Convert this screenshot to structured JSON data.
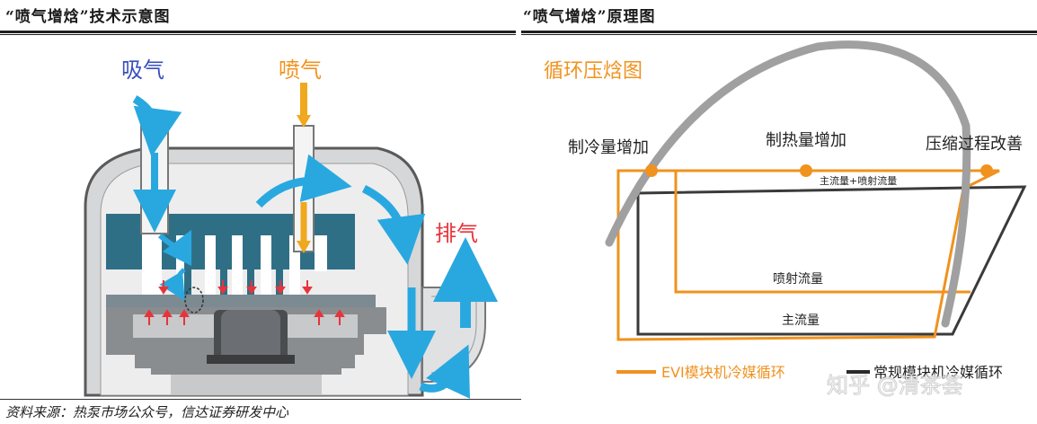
{
  "left_panel": {
    "title": "“喷气增焓”技术示意图",
    "label_suction": "吸气",
    "label_injection": "喷气",
    "label_discharge": "排气"
  },
  "right_panel": {
    "title": "“喷气增焓”原理图",
    "cycle_title": "循环压焓图",
    "label_cooling": "制冷量增加",
    "label_heating": "制热量增加",
    "label_compression": "压缩过程改善",
    "label_main_plus_injection": "主流量+喷射流量",
    "label_injection_flow": "喷射流量",
    "label_main_flow": "主流量",
    "legend_evi": "EVI模块机冷媒循环",
    "legend_normal": "常规模块机冷媒循环",
    "watermark": "知乎 @清茶荟"
  },
  "source": "资料来源：热泵市场公众号，信达证券研发中心",
  "colors": {
    "orange": "#f0921e",
    "blue": "#29a8e0",
    "red": "#e8333a",
    "gray": "#9a9a9a",
    "dark": "#2a2a2a",
    "teal": "#2f6f86"
  }
}
